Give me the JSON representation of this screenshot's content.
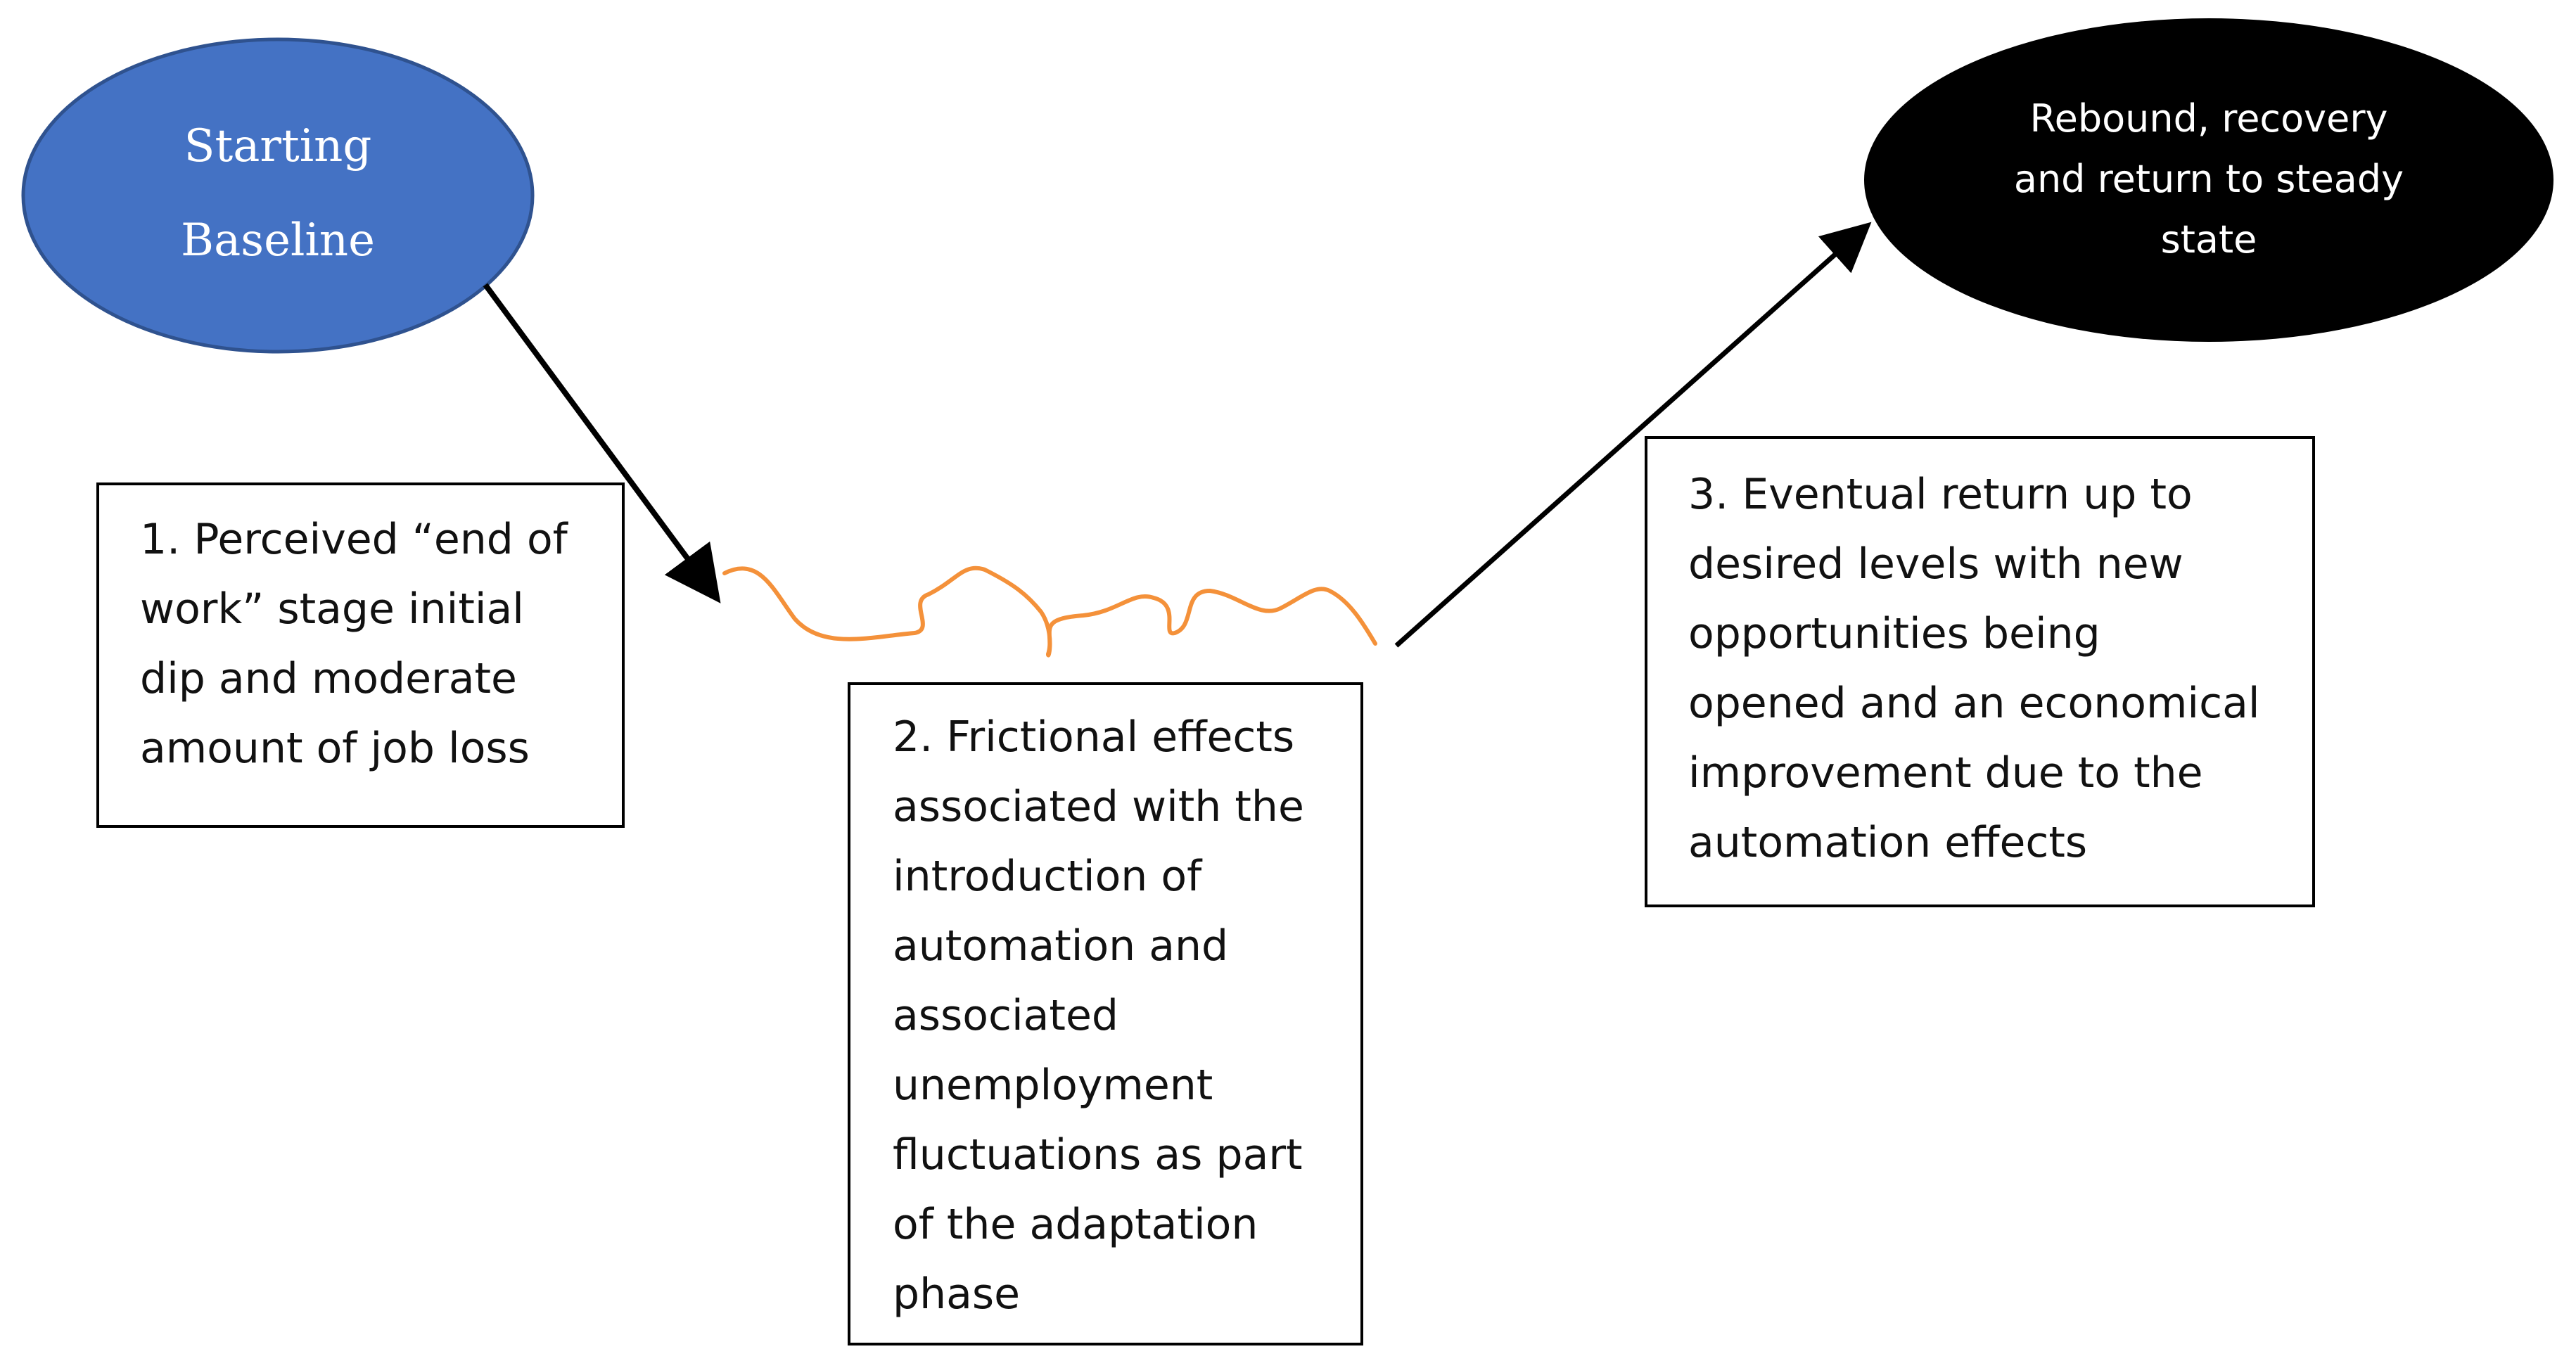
{
  "diagram": {
    "start_node": {
      "lines": [
        "Starting",
        "Baseline"
      ],
      "fill": "#4472C4",
      "stroke": "#2F528F"
    },
    "end_node": {
      "lines": [
        "Rebound, recovery",
        "and return to steady",
        "state"
      ],
      "fill": "#000000"
    },
    "step_1": {
      "lines": [
        "1. Perceived “end of",
        "work” stage initial",
        "dip and moderate",
        "amount of job loss"
      ]
    },
    "step_2": {
      "lines": [
        "2. Frictional effects",
        "associated with the",
        "introduction of",
        "automation and",
        "associated",
        "unemployment",
        "fluctuations as part",
        "of the adaptation",
        "phase"
      ]
    },
    "step_3": {
      "lines": [
        "3. Eventual return up to",
        "desired levels with new",
        "opportunities being",
        "opened and an economical",
        "improvement due to the",
        "automation effects"
      ]
    },
    "squiggle_color": "#F4913A",
    "arrow_color": "#000000"
  }
}
